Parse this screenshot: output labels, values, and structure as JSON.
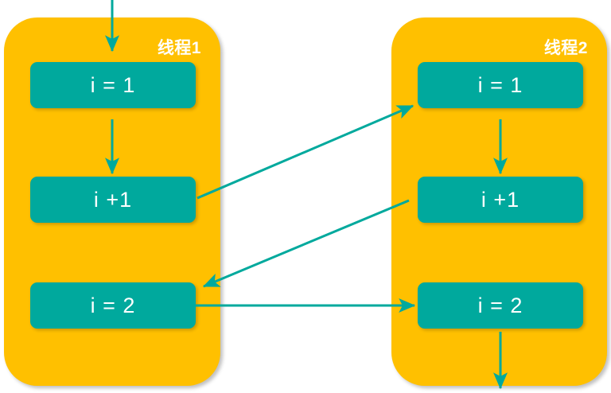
{
  "diagram": {
    "title_hidden": "",
    "colors": {
      "panel": "#FFC000",
      "box": "#00A99D",
      "arrow": "#00A99D",
      "text": "#FFFFFF",
      "background": "#FFFFFF"
    },
    "threads": [
      {
        "id": "thread-1",
        "label": "线程1",
        "steps": [
          {
            "id": "t1-step-1",
            "label": "i = 1"
          },
          {
            "id": "t1-step-2",
            "label": "i +1"
          },
          {
            "id": "t1-step-3",
            "label": "i = 2"
          }
        ]
      },
      {
        "id": "thread-2",
        "label": "线程2",
        "steps": [
          {
            "id": "t2-step-1",
            "label": "i = 1"
          },
          {
            "id": "t2-step-2",
            "label": "i +1"
          },
          {
            "id": "t2-step-3",
            "label": "i = 2"
          }
        ]
      }
    ],
    "arrows": [
      {
        "id": "entry-arrow",
        "type": "vertical",
        "from": "outside-top",
        "to": "t1-step-1"
      },
      {
        "id": "t1-step1-to-step2",
        "type": "vertical",
        "from": "t1-step-1",
        "to": "t1-step-2"
      },
      {
        "id": "t2-step1-to-step2",
        "type": "vertical",
        "from": "t2-step-1",
        "to": "t2-step-2"
      },
      {
        "id": "t1-step2-to-t2-step1",
        "type": "diagonal",
        "from": "t1-step-2",
        "to": "t2-step-1"
      },
      {
        "id": "t2-step2-to-t1-step3",
        "type": "diagonal",
        "from": "t2-step-2",
        "to": "t1-step-3"
      },
      {
        "id": "t1-step3-to-t2-step3",
        "type": "horizontal",
        "from": "t1-step-3",
        "to": "t2-step-3"
      },
      {
        "id": "exit-arrow",
        "type": "vertical",
        "from": "t2-step-3",
        "to": "outside-bottom"
      }
    ]
  }
}
